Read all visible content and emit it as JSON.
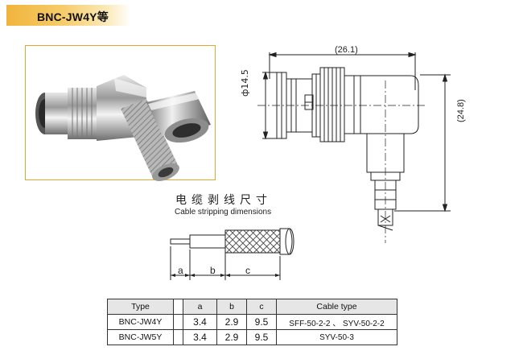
{
  "header": {
    "title": "BNC-JW4Y等"
  },
  "drawing": {
    "width_dim": "(26.1)",
    "diameter_dim": "ф14.5",
    "height_dim": "(24.8)"
  },
  "stripping": {
    "title_cn": "电缆剥线尺寸",
    "title_en": "Cable stripping dimensions",
    "labels": {
      "a": "a",
      "b": "b",
      "c": "c"
    }
  },
  "table": {
    "headers": {
      "type": "Type",
      "a": "a",
      "b": "b",
      "c": "c",
      "cable": "Cable type"
    },
    "rows": [
      {
        "type": "BNC-JW4Y",
        "a": "3.4",
        "b": "2.9",
        "c": "9.5",
        "cable_1": "SFF-50-2-2",
        "sep": "、",
        "cable_2": "SYV-50-2-2"
      },
      {
        "type": "BNC-JW5Y",
        "a": "3.4",
        "b": "2.9",
        "c": "9.5",
        "cable_1": "SYV-50-3",
        "sep": "",
        "cable_2": ""
      }
    ]
  },
  "colors": {
    "accent": "#f0b43c",
    "frame": "#e8a530",
    "line": "#222222"
  }
}
